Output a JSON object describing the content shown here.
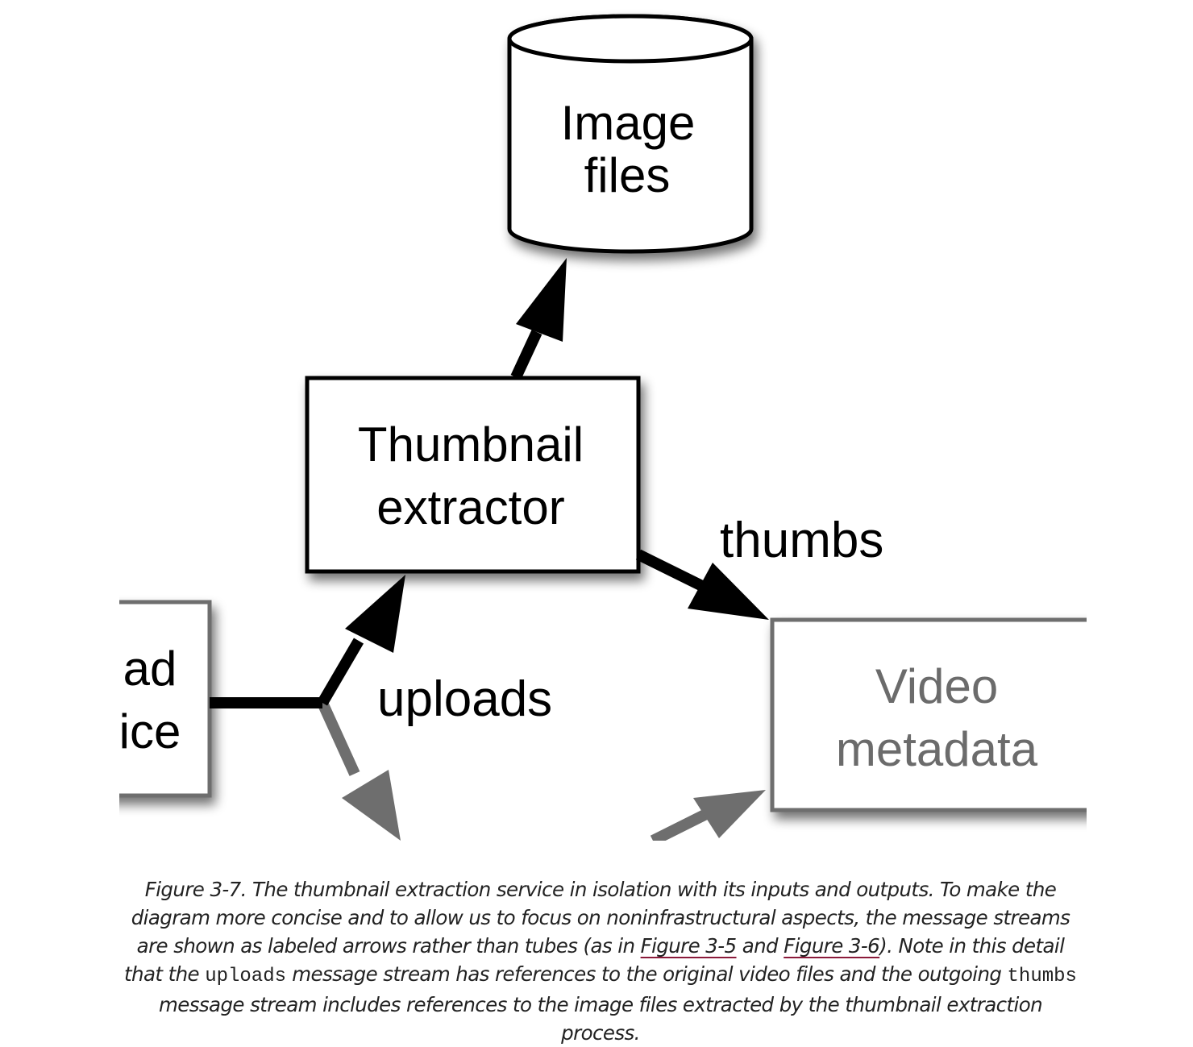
{
  "diagram": {
    "image_files_line1": "Image",
    "image_files_line2": "files",
    "thumbnail_line1": "Thumbnail",
    "thumbnail_line2": "extractor",
    "video_metadata_line1": "Video",
    "video_metadata_line2": "metadata",
    "upload_service_line1": "ad",
    "upload_service_line2": "ice",
    "thumbs_label": "thumbs",
    "uploads_label": "uploads",
    "colors": {
      "active": "#000000",
      "faded": "#6e6e6e",
      "faded_text": "#6b6b6b",
      "xref_underline": "#8b1a3a"
    }
  },
  "caption": {
    "figure_number": "Figure 3-7.",
    "text_part1": " The thumbnail extraction service in isolation with its inputs and outputs. To make the diagram more concise and to allow us to focus on noninfrastructural aspects, the message streams are shown as labeled arrows rather than tubes (as in ",
    "xref1": "Figure 3-5",
    "text_part2": " and ",
    "xref2": "Figure 3-6",
    "text_part3": "). Note in this detail that the ",
    "code1": "uploads",
    "text_part4": " message stream has references to the original video files and the outgoing ",
    "code2": "thumbs",
    "text_part5": " message stream includes references to the image files extracted by the thumbnail extraction process."
  }
}
